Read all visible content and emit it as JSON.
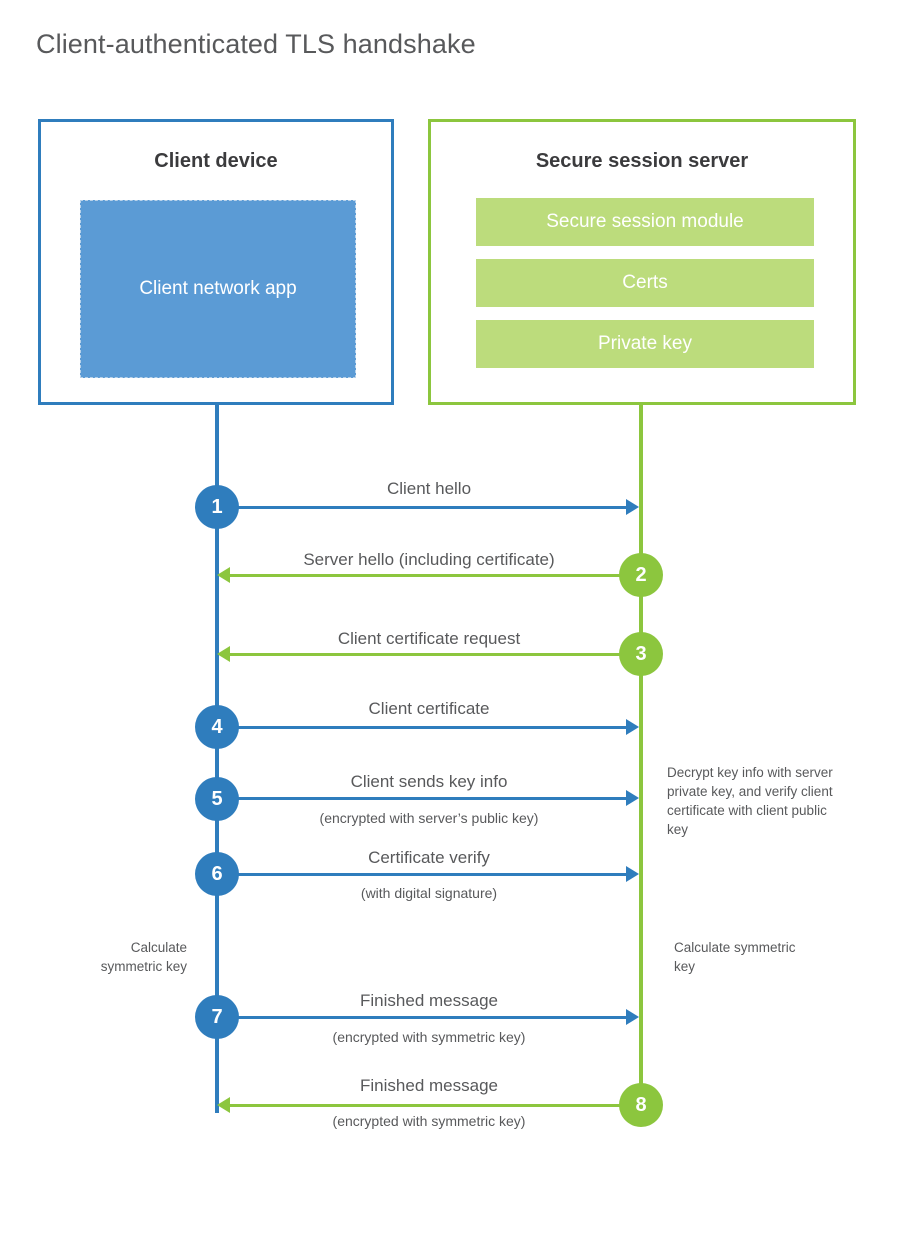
{
  "title": "Client-authenticated TLS handshake",
  "colors": {
    "blue_stroke": "#2f7dbd",
    "blue_fill": "#5b9bd5",
    "green_stroke": "#8cc63e",
    "green_fill": "#bcdc7c",
    "text": "#58595b",
    "heading": "#3b3b3d",
    "background": "#ffffff"
  },
  "client": {
    "title": "Client device",
    "app_label": "Client network app"
  },
  "server": {
    "title": "Secure session server",
    "components": [
      "Secure session module",
      "Certs",
      "Private key"
    ]
  },
  "steps": [
    {
      "number": "1",
      "label": "Client hello",
      "sublabel": "",
      "direction": "client-to-server",
      "color": "blue"
    },
    {
      "number": "2",
      "label": "Server hello (including certificate)",
      "sublabel": "",
      "direction": "server-to-client",
      "color": "green"
    },
    {
      "number": "3",
      "label": "Client certificate request",
      "sublabel": "",
      "direction": "server-to-client",
      "color": "green"
    },
    {
      "number": "4",
      "label": "Client certificate",
      "sublabel": "",
      "direction": "client-to-server",
      "color": "blue"
    },
    {
      "number": "5",
      "label": "Client sends key info",
      "sublabel": "(encrypted with server’s public key)",
      "direction": "client-to-server",
      "color": "blue"
    },
    {
      "number": "6",
      "label": "Certificate verify",
      "sublabel": "(with digital signature)",
      "direction": "client-to-server",
      "color": "blue"
    },
    {
      "number": "7",
      "label": "Finished message",
      "sublabel": "(encrypted with symmetric key)",
      "direction": "client-to-server",
      "color": "blue"
    },
    {
      "number": "8",
      "label": "Finished message",
      "sublabel": "(encrypted with symmetric key)",
      "direction": "server-to-client",
      "color": "green"
    }
  ],
  "notes": {
    "server_decrypt": "Decrypt key info with server private key, and verify client certificate with client public key",
    "client_calculate": "Calculate symmetric key",
    "server_calculate": "Calculate symmetric key"
  }
}
